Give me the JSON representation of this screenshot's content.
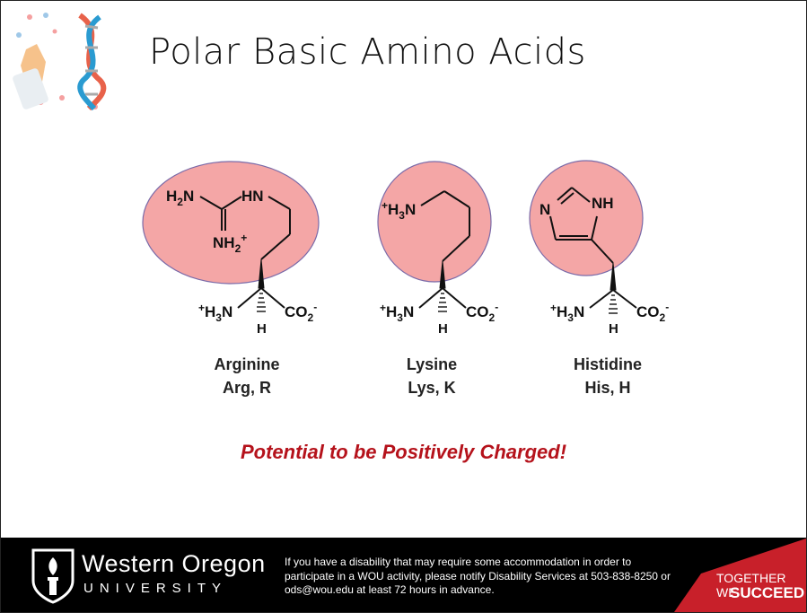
{
  "slide": {
    "title": "Polar Basic Amino Acids",
    "tagline": "Potential to be Positively Charged!"
  },
  "amino_acids": [
    {
      "name": "Arginine",
      "abbrev": "Arg, R"
    },
    {
      "name": "Lysine",
      "abbrev": "Lys, K"
    },
    {
      "name": "Histidine",
      "abbrev": "His, H"
    }
  ],
  "structure_labels": {
    "h2n": "H",
    "hn": "HN",
    "nh2": "NH",
    "h3n": "H",
    "co2": "CO",
    "h": "H",
    "n": "N",
    "nh": "NH"
  },
  "colors": {
    "side_chain_fill": "#f4a6a6",
    "tagline": "#b5121b",
    "badge": "#c8202a"
  },
  "footer": {
    "university_name": "Western Oregon",
    "university_sub": "UNIVERSITY",
    "notice": "If you have a disability that may require some accommodation in order to participate in a WOU activity, please notify Disability Services at 503-838-8250 or ods@wou.edu at least 72 hours in advance.",
    "badge_line1": "TOGETHER WE",
    "badge_line2": "SUCCEED"
  }
}
